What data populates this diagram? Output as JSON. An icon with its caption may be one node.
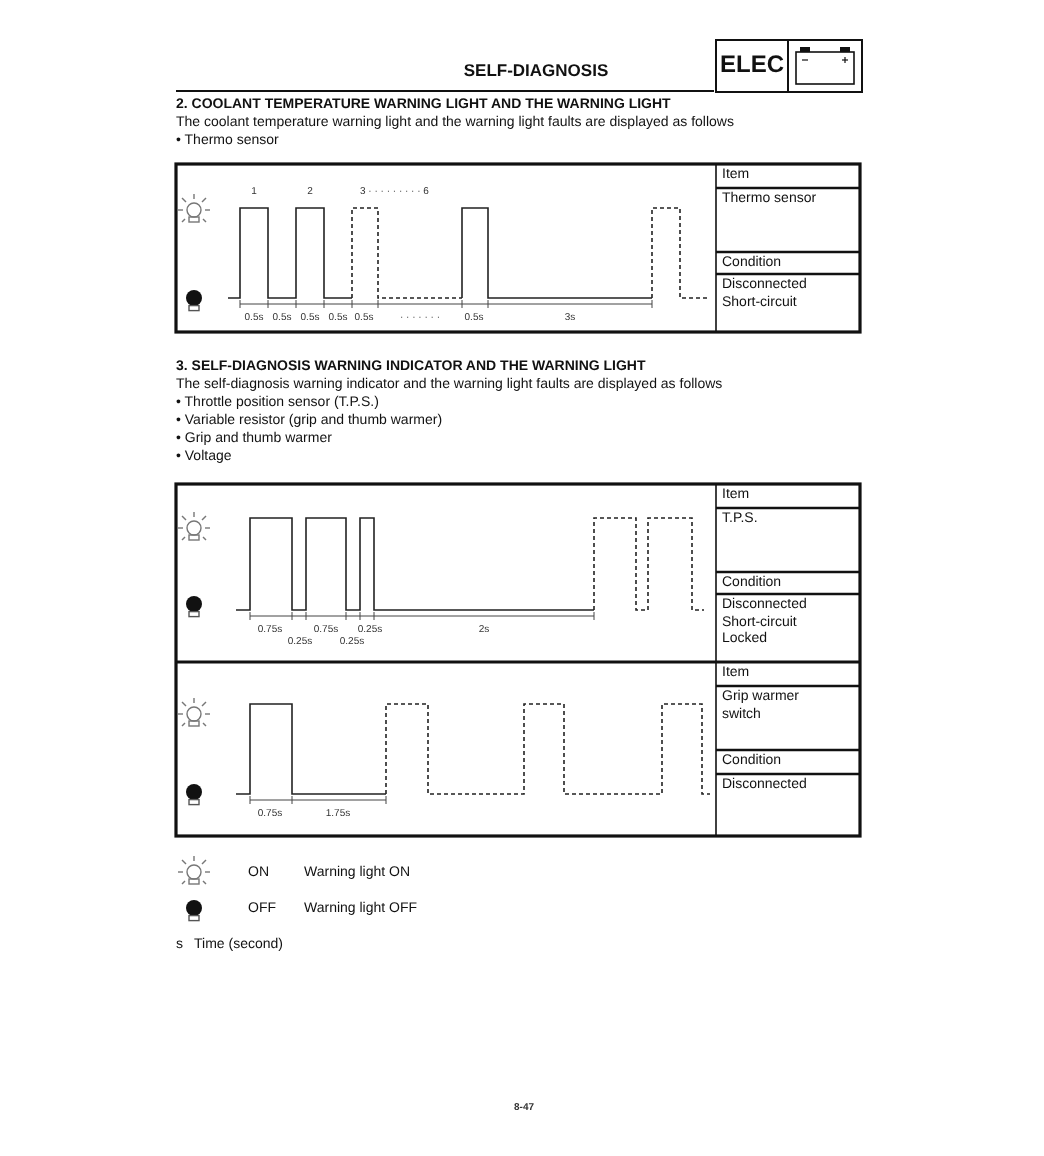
{
  "diagram": {
    "title": "SELF-DIAGNOSIS",
    "labels": [
      "ELEC",
      "2. COOLANT TEMPERATURE WARNING LIGHT AND THE WARNING LIGHT",
      "The coolant temperature warning light and the warning light faults are displayed as follows",
      "• Thermo sensor",
      "1",
      "2",
      "3 · · · · · · · · · 6",
      "0.5s",
      "0.5s",
      "0.5s",
      "0.5s",
      "0.5s",
      "· · · · · · ·",
      "0.5s",
      "3s",
      "Item",
      "Thermo sensor",
      "Condition",
      "Disconnected Short-circuit",
      "3. SELF-DIAGNOSIS WARNING INDICATOR AND THE WARNING LIGHT",
      "The self-diagnosis warning indicator and the warning light faults are displayed as follows",
      "• Throttle position sensor (T.P.S.)",
      "• Variable resistor (grip and thumb warmer)",
      "• Grip and thumb warmer",
      "• Voltage",
      "0.75s",
      "0.75s",
      "0.25s",
      "2s",
      "0.25s",
      "0.25s",
      "Item",
      "T.P.S.",
      "Condition",
      "Disconnected Short-circuit Locked",
      "0.75s",
      "1.75s",
      "Item",
      "Grip warmer switch",
      "Condition",
      "Disconnected",
      "ON",
      "Warning light ON",
      "OFF",
      "Warning light OFF",
      "s",
      "Time (second)",
      "8-47"
    ]
  }
}
